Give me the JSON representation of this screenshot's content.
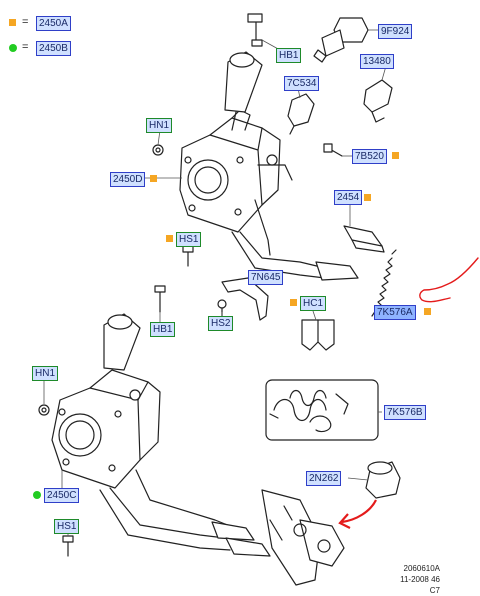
{
  "colors": {
    "square_marker": "#f5a623",
    "dot_marker": "#22cc22",
    "callout_border_blue": "#2f3fc8",
    "callout_border_green": "#1e8a2a",
    "callout_fill": "#cfe0ff",
    "annotation_red": "#e41b1b"
  },
  "legend": {
    "square_eq": "=",
    "square_code": "2450A",
    "dot_eq": "=",
    "dot_code": "2450B"
  },
  "callouts": {
    "hb1_top": "HB1",
    "p9f924": "9F924",
    "p13480": "13480",
    "p7c534": "7C534",
    "hn1_top": "HN1",
    "p7b520": "7B520",
    "p2450d": "2450D",
    "p2454": "2454",
    "hs1_mid": "HS1",
    "p7n645": "7N645",
    "hc1": "HC1",
    "p7k576a": "7K576A",
    "hb1_mid": "HB1",
    "hs2": "HS2",
    "hn1_low": "HN1",
    "p7k576b": "7K576B",
    "p2n262": "2N262",
    "p2450c": "2450C",
    "hs1_low": "HS1"
  },
  "footer": {
    "code": "2060610A",
    "date": "11-2008 46",
    "page": "C7"
  }
}
